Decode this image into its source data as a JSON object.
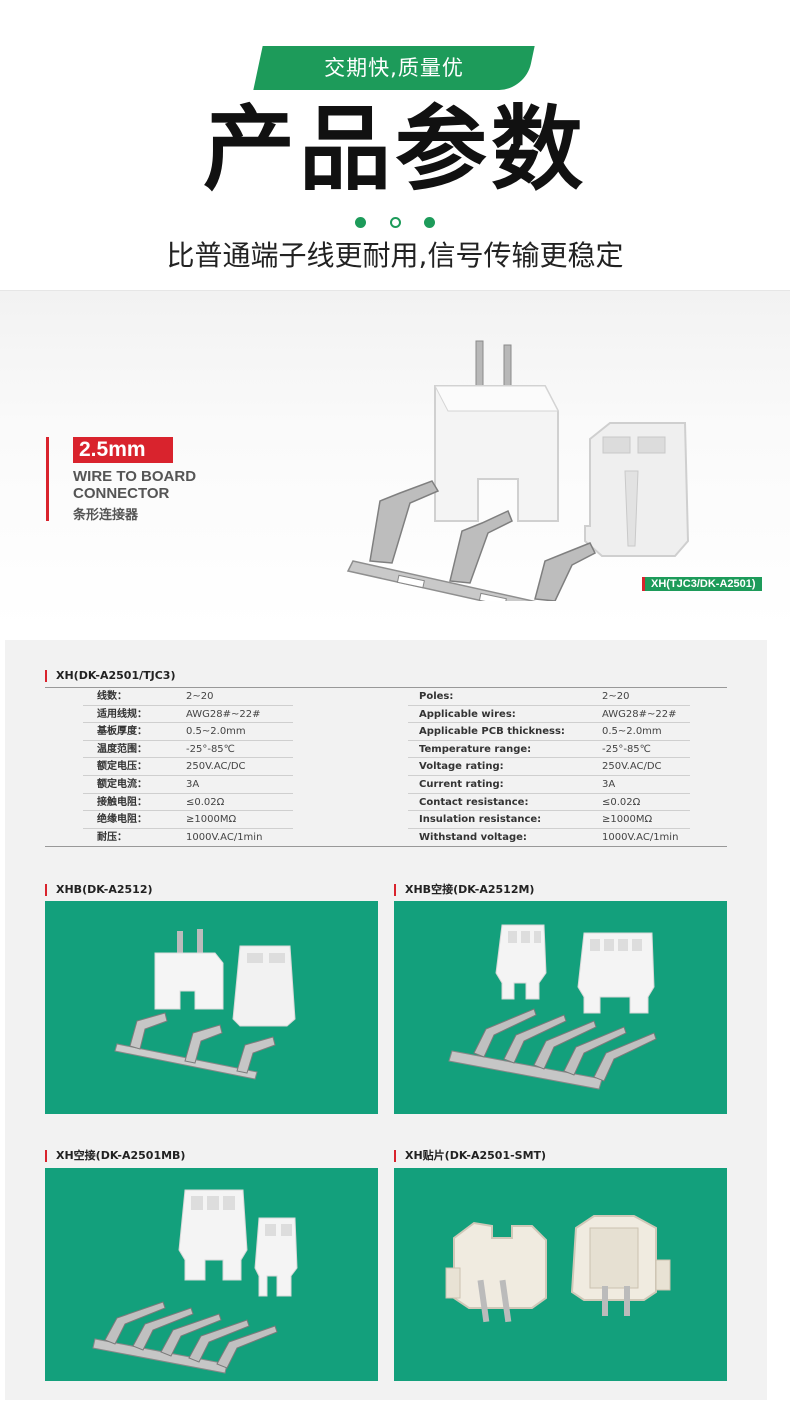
{
  "header": {
    "banner": "交期快,质量优",
    "title": "产品参数",
    "subtitle": "比普通端子线更耐用,信号传输更稳定"
  },
  "hero": {
    "size_tag": "2.5mm",
    "line1": "WIRE TO BOARD",
    "line2": "CONNECTOR",
    "cn_name": "条形连接器",
    "model_tag": "XH(TJC3/DK-A2501)"
  },
  "specs": {
    "section_title": "XH(DK-A2501/TJC3)",
    "cn_rows": [
      {
        "key": "线数：",
        "value": "2~20"
      },
      {
        "key": "适用线规：",
        "value": "AWG28#~22#"
      },
      {
        "key": "基板厚度：",
        "value": "0.5~2.0mm"
      },
      {
        "key": "温度范围：",
        "value": "-25°-85℃"
      },
      {
        "key": "额定电压：",
        "value": "250V.AC/DC"
      },
      {
        "key": "额定电流：",
        "value": "3A"
      },
      {
        "key": "接触电阻：",
        "value": "≤0.02Ω"
      },
      {
        "key": "绝缘电阻：",
        "value": "≥1000MΩ"
      },
      {
        "key": "耐压：",
        "value": "1000V.AC/1min"
      }
    ],
    "en_rows": [
      {
        "key": "Poles:",
        "value": "2~20"
      },
      {
        "key": "Applicable wires:",
        "value": "AWG28#~22#"
      },
      {
        "key": "Applicable PCB thickness:",
        "value": "0.5~2.0mm"
      },
      {
        "key": "Temperature range:",
        "value": "-25°-85℃"
      },
      {
        "key": "Voltage rating:",
        "value": "250V.AC/DC"
      },
      {
        "key": "Current rating:",
        "value": "3A"
      },
      {
        "key": "Contact resistance:",
        "value": "≤0.02Ω"
      },
      {
        "key": "Insulation resistance:",
        "value": "≥1000MΩ"
      },
      {
        "key": "Withstand voltage:",
        "value": "1000V.AC/1min"
      }
    ]
  },
  "variants": [
    {
      "title": "XHB(DK-A2512)"
    },
    {
      "title": "XHB空接(DK-A2512M)"
    },
    {
      "title": "XH空接(DK-A2501MB)"
    },
    {
      "title": "XH贴片(DK-A2501-SMT)"
    }
  ],
  "colors": {
    "accent_green": "#1d9b5a",
    "tile_green": "#13a07c",
    "accent_red": "#d9232d"
  }
}
